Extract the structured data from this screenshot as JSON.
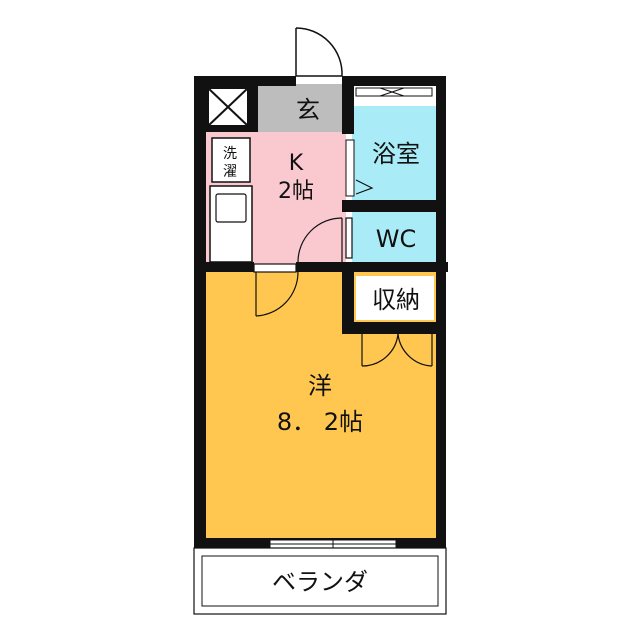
{
  "rooms": {
    "entrance": "玄",
    "kitchen_name": "K",
    "kitchen_size": "2帖",
    "washer_line1": "洗",
    "washer_line2": "濯",
    "bath": "浴室",
    "toilet": "WC",
    "storage": "収納",
    "western_name": "洋",
    "western_size": "8． 2帖",
    "balcony": "ベランダ"
  },
  "colors": {
    "wall": "#111111",
    "kitchen": "#f9c9cf",
    "bath": "#a9ecf7",
    "western": "#ffc750",
    "entrance": "#bdbdbd",
    "background": "#ffffff"
  }
}
